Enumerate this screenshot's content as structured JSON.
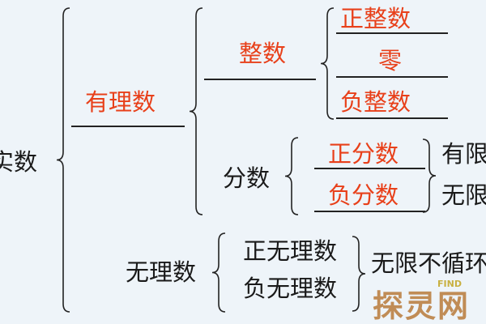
{
  "root": "实数",
  "rational": "有理数",
  "integer": "整数",
  "pos_int": "正整数",
  "zero": "零",
  "neg_int": "负整数",
  "fraction": "分数",
  "pos_frac": "正分数",
  "neg_frac": "负分数",
  "finite": "有限",
  "infinite": "无限",
  "irrational": "无理数",
  "pos_irr": "正无理数",
  "neg_irr": "负无理数",
  "nonrepeating": "无限不循环",
  "watermark": "探灵网",
  "watermark_sub": "FIND",
  "colors": {
    "red": "#e8401a",
    "ink": "#1a1a1a"
  }
}
